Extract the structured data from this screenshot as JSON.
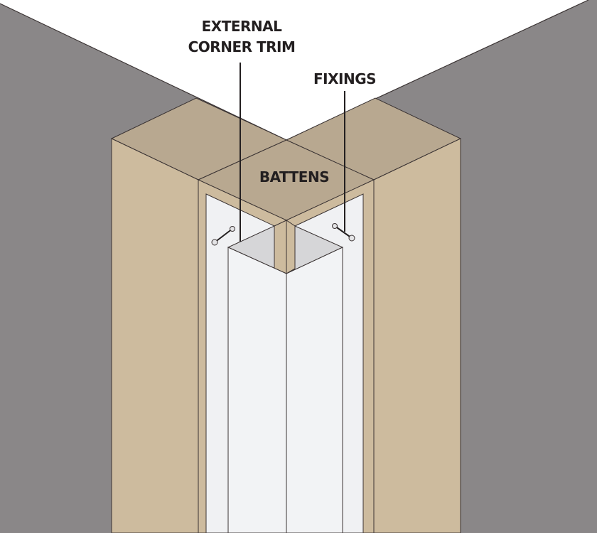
{
  "labels": {
    "trim_line1": "EXTERNAL",
    "trim_line2": "CORNER TRIM",
    "fixings": "FIXINGS",
    "battens": "BATTENS"
  },
  "colors": {
    "wall": "#8a8788",
    "ceiling": "#ffffff",
    "batten_front": "#cdbb9e",
    "batten_top": "#b8a890",
    "panel": "#f0f1f3",
    "trim_face": "#f2f3f5",
    "trim_inner": "#d6d6d8",
    "line": "#3a3333"
  }
}
